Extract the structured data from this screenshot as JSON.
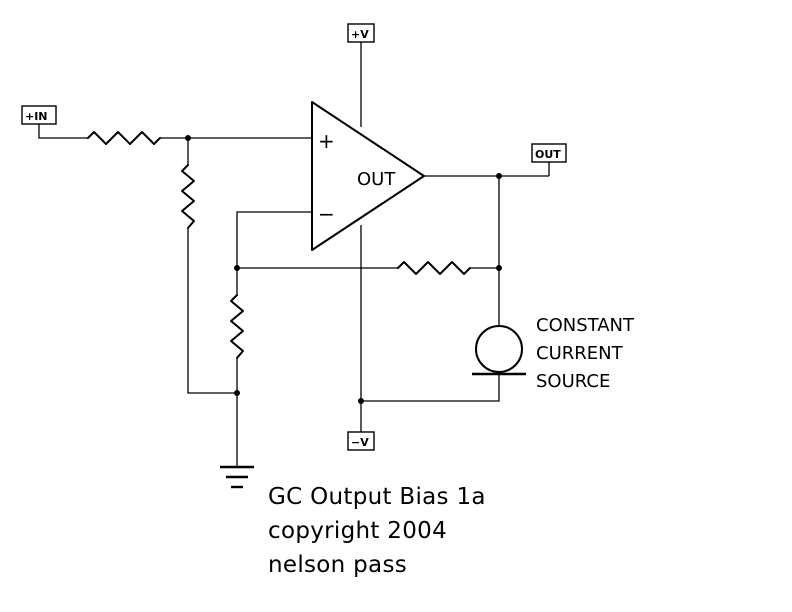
{
  "pins": {
    "plus_v": "+V",
    "minus_v": "−V",
    "plus_in": "+IN",
    "out": "OUT"
  },
  "opamp": {
    "label": "OUT",
    "plus_sign": "+",
    "minus_sign": "−"
  },
  "current_source": {
    "line1": "CONSTANT",
    "line2": "CURRENT",
    "line3": "SOURCE"
  },
  "title_block": {
    "title": "GC Output Bias 1a",
    "copyright": "copyright 2004",
    "author": "nelson pass"
  }
}
